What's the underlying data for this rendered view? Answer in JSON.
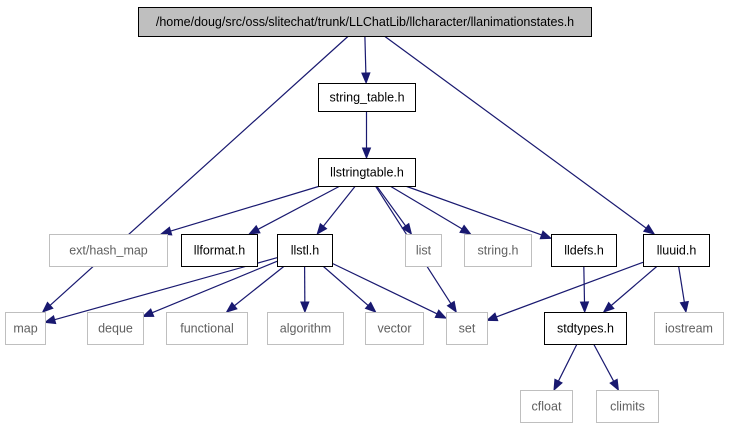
{
  "nodes": [
    {
      "id": "root",
      "label": "/home/doug/src/oss/slitechat/trunk/LLChatLib/llcharacter/llanimationstates.h",
      "style": "root"
    },
    {
      "id": "string_table",
      "label": "string_table.h",
      "style": "file"
    },
    {
      "id": "llstringtable",
      "label": "llstringtable.h",
      "style": "file"
    },
    {
      "id": "ext_hash_map",
      "label": "ext/hash_map",
      "style": "external"
    },
    {
      "id": "llformat",
      "label": "llformat.h",
      "style": "file"
    },
    {
      "id": "llstl",
      "label": "llstl.h",
      "style": "file"
    },
    {
      "id": "list",
      "label": "list",
      "style": "external"
    },
    {
      "id": "string",
      "label": "string.h",
      "style": "external"
    },
    {
      "id": "lldefs",
      "label": "lldefs.h",
      "style": "file"
    },
    {
      "id": "lluuid",
      "label": "lluuid.h",
      "style": "file"
    },
    {
      "id": "map",
      "label": "map",
      "style": "external"
    },
    {
      "id": "deque",
      "label": "deque",
      "style": "external"
    },
    {
      "id": "functional",
      "label": "functional",
      "style": "external"
    },
    {
      "id": "algorithm",
      "label": "algorithm",
      "style": "external"
    },
    {
      "id": "vector",
      "label": "vector",
      "style": "external"
    },
    {
      "id": "set",
      "label": "set",
      "style": "external"
    },
    {
      "id": "stdtypes",
      "label": "stdtypes.h",
      "style": "file"
    },
    {
      "id": "iostream",
      "label": "iostream",
      "style": "external"
    },
    {
      "id": "cfloat",
      "label": "cfloat",
      "style": "external"
    },
    {
      "id": "climits",
      "label": "climits",
      "style": "external"
    }
  ],
  "edges": [
    [
      "root",
      "string_table"
    ],
    [
      "root",
      "map"
    ],
    [
      "root",
      "lluuid"
    ],
    [
      "string_table",
      "llstringtable"
    ],
    [
      "llstringtable",
      "ext_hash_map"
    ],
    [
      "llstringtable",
      "llformat"
    ],
    [
      "llstringtable",
      "llstl"
    ],
    [
      "llstringtable",
      "list"
    ],
    [
      "llstringtable",
      "string"
    ],
    [
      "llstringtable",
      "lldefs"
    ],
    [
      "llstringtable",
      "set"
    ],
    [
      "llstl",
      "map"
    ],
    [
      "llstl",
      "deque"
    ],
    [
      "llstl",
      "functional"
    ],
    [
      "llstl",
      "algorithm"
    ],
    [
      "llstl",
      "vector"
    ],
    [
      "llstl",
      "set"
    ],
    [
      "lldefs",
      "stdtypes"
    ],
    [
      "lluuid",
      "set"
    ],
    [
      "lluuid",
      "stdtypes"
    ],
    [
      "lluuid",
      "iostream"
    ],
    [
      "stdtypes",
      "cfloat"
    ],
    [
      "stdtypes",
      "climits"
    ]
  ],
  "colors": {
    "edge": "#191970",
    "root_fill": "#bfbfbf",
    "file_border": "#000000",
    "external_border": "#bfbfbf",
    "file_text": "#000000",
    "external_text": "#606060"
  }
}
